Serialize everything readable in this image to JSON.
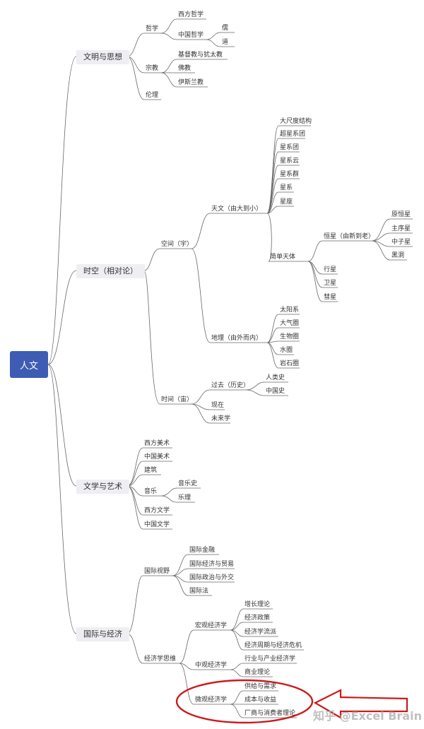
{
  "root": {
    "label": "人文"
  },
  "branches": [
    {
      "label": "文明与思想",
      "children": [
        {
          "label": "哲学",
          "children": [
            {
              "label": "西方哲学"
            },
            {
              "label": "中国哲学",
              "children": [
                {
                  "label": "儒"
                },
                {
                  "label": "道"
                }
              ]
            }
          ]
        },
        {
          "label": "宗教",
          "children": [
            {
              "label": "基督教与犹太教"
            },
            {
              "label": "佛教"
            },
            {
              "label": "伊斯兰教"
            }
          ]
        },
        {
          "label": "伦理"
        }
      ]
    },
    {
      "label": "时空（相对论）",
      "children": [
        {
          "label": "空间（宇）",
          "children": [
            {
              "label": "天文（由大到小）",
              "children": [
                {
                  "label": "大尺度结构"
                },
                {
                  "label": "超星系团"
                },
                {
                  "label": "星系团"
                },
                {
                  "label": "星系云"
                },
                {
                  "label": "星系群"
                },
                {
                  "label": "星系"
                },
                {
                  "label": "星座"
                },
                {
                  "label": "简单天体",
                  "children": [
                    {
                      "label": "恒星（由新到老）",
                      "children": [
                        {
                          "label": "原恒星"
                        },
                        {
                          "label": "主序星"
                        },
                        {
                          "label": "中子星"
                        },
                        {
                          "label": "黑洞"
                        }
                      ]
                    },
                    {
                      "label": "行星"
                    },
                    {
                      "label": "卫星"
                    },
                    {
                      "label": "彗星"
                    }
                  ]
                }
              ]
            },
            {
              "label": "地理（由外而内）",
              "children": [
                {
                  "label": "太阳系"
                },
                {
                  "label": "大气圈"
                },
                {
                  "label": "生物圈"
                },
                {
                  "label": "水圈"
                },
                {
                  "label": "岩石圈"
                }
              ]
            }
          ]
        },
        {
          "label": "时间（宙）",
          "children": [
            {
              "label": "过去（历史）",
              "children": [
                {
                  "label": "人类史"
                },
                {
                  "label": "中国史"
                }
              ]
            },
            {
              "label": "现在"
            },
            {
              "label": "未来学"
            }
          ]
        }
      ]
    },
    {
      "label": "文学与艺术",
      "children": [
        {
          "label": "西方美术"
        },
        {
          "label": "中国美术"
        },
        {
          "label": "建筑"
        },
        {
          "label": "音乐",
          "children": [
            {
              "label": "音乐史"
            },
            {
              "label": "乐理"
            }
          ]
        },
        {
          "label": "西方文学"
        },
        {
          "label": "中国文学"
        }
      ]
    },
    {
      "label": "国际与经济",
      "children": [
        {
          "label": "国际视野",
          "children": [
            {
              "label": "国际金融"
            },
            {
              "label": "国际经济与贸易"
            },
            {
              "label": "国际政治与外交"
            },
            {
              "label": "国际法"
            }
          ]
        },
        {
          "label": "经济学思维",
          "children": [
            {
              "label": "宏观经济学",
              "children": [
                {
                  "label": "增长理论"
                },
                {
                  "label": "经济政策"
                },
                {
                  "label": "经济学流派"
                },
                {
                  "label": "经济周期与经济危机"
                }
              ]
            },
            {
              "label": "中观经济学",
              "children": [
                {
                  "label": "行业与产业经济学"
                },
                {
                  "label": "商业理论"
                }
              ]
            },
            {
              "label": "微观经济学",
              "children": [
                {
                  "label": "供给与需求"
                },
                {
                  "label": "成本与收益"
                },
                {
                  "label": "厂商与消费者理论"
                }
              ]
            }
          ]
        }
      ]
    }
  ],
  "watermark": "知乎 @Excel Brain",
  "colors": {
    "root_fill": "#3e5cb3",
    "level1_fill": "#eeeef3",
    "line": "#666666",
    "highlight": "#cc1a1a"
  }
}
